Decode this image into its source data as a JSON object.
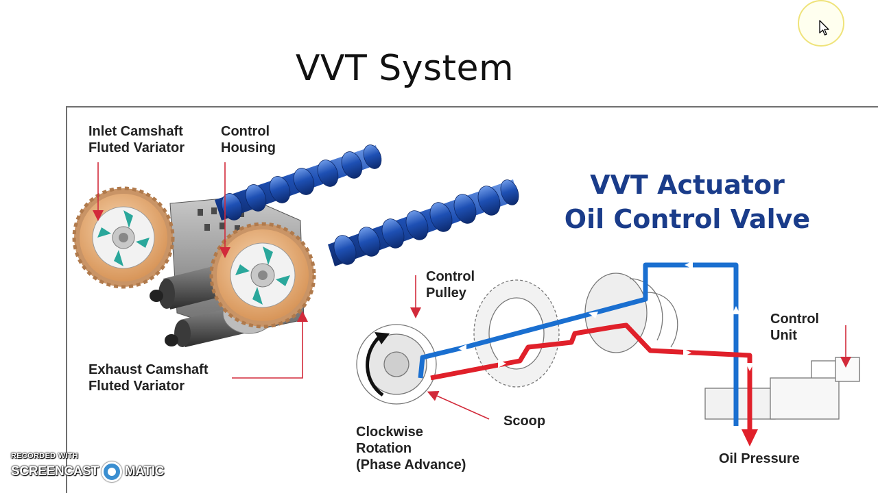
{
  "slide": {
    "title": "VVT System"
  },
  "diagram": {
    "heading_line1": "VVT Actuator",
    "heading_line2": "Oil Control Valve",
    "labels": {
      "inlet_line1": "Inlet Camshaft",
      "inlet_line2": "Fluted Variator",
      "housing_line1": "Control",
      "housing_line2": "Housing",
      "exhaust_line1": "Exhaust Camshaft",
      "exhaust_line2": "Fluted Variator",
      "pulley_line1": "Control",
      "pulley_line2": "Pulley",
      "unit_line1": "Control",
      "unit_line2": "Unit",
      "scoop": "Scoop",
      "rotation_line1": "Clockwise",
      "rotation_line2": "Rotation",
      "rotation_line3": "(Phase Advance)",
      "oil_pressure": "Oil Pressure"
    },
    "colors": {
      "camshaft_blue": "#1e50b4",
      "oil_pressure_red": "#e0202a",
      "oil_return_blue": "#1a6fd0",
      "sprocket_gold": "#e8b07a",
      "vane_teal": "#2aa79b",
      "label_arrow_red": "#d22a3a"
    }
  },
  "watermark": {
    "recorded": "RECORDED WITH",
    "brand_left": "SCREENCAST",
    "brand_right": "MATIC"
  }
}
